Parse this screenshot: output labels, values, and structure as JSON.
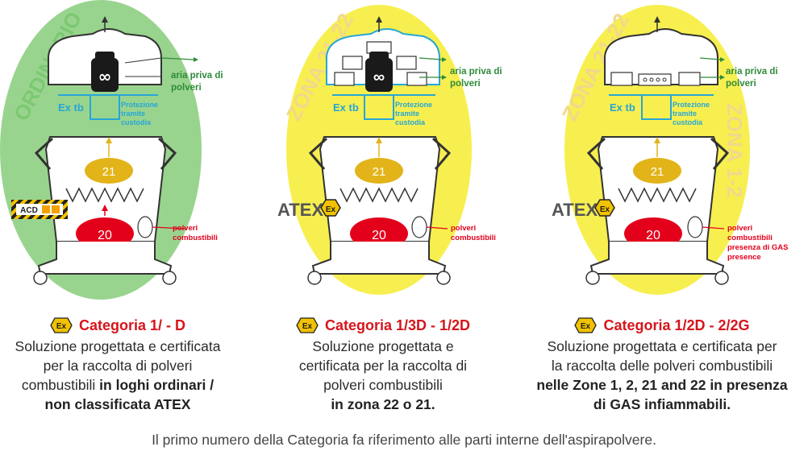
{
  "panels": [
    {
      "zone_label": "ORDINARIO",
      "zone_color": "#99d48f",
      "zone_text_color": "#7dc872",
      "air_label_1": "aria priva di",
      "air_label_2": "polveri",
      "ex_label": "Ex tb",
      "protection_1": "Protezione",
      "protection_2": "tramite",
      "protection_3": "custodia",
      "num_top": "21",
      "num_bottom": "20",
      "dust_1": "polveri",
      "dust_2": "combustibili",
      "badge": "ACD",
      "caption": {
        "title": "Categoria 1/ - D",
        "lines": [
          "Soluzione progettata e certificata",
          "per la raccolta di polveri"
        ],
        "line3_plain": "combustibili ",
        "line3_bold": "in loghi ordinari /",
        "line4_bold": "non classificata ATEX"
      }
    },
    {
      "zone_label": "ZONA 21-22",
      "zone_color": "#f7ef4f",
      "zone_text_color": "#f1d98a",
      "air_label_1": "aria priva di",
      "air_label_2": "polveri",
      "ex_label": "Ex tb",
      "protection_1": "Protezione",
      "protection_2": "tramite",
      "protection_3": "custodia",
      "num_top": "21",
      "num_bottom": "20",
      "dust_1": "polveri",
      "dust_2": "combustibili",
      "atex": "ATEX",
      "caption": {
        "title": "Categoria 1/3D - 1/2D",
        "lines": [
          "Soluzione progettata e",
          "certificata per la raccolta di",
          "polveri combustibili"
        ],
        "line4_bold": "in zona 22 o 21."
      }
    },
    {
      "zone_label": "ZONA 21-22",
      "zone_label_right": "ZONA 1-2",
      "zone_color": "#f7ef4f",
      "zone_text_color": "#f1d98a",
      "air_label_1": "aria priva di",
      "air_label_2": "polveri",
      "ex_label": "Ex tb",
      "protection_1": "Protezione",
      "protection_2": "tramite",
      "protection_3": "custodia",
      "num_top": "21",
      "num_bottom": "20",
      "dust_1": "polveri",
      "dust_2": "combustibili",
      "dust_3": "presenza di GAS",
      "dust_4": "presence",
      "atex": "ATEX",
      "caption": {
        "title": "Categoria 1/2D - 2/2G",
        "lines": [
          "Soluzione progettata e certificata per",
          "la raccolta delle polveri combustibili"
        ],
        "line3_bold": "nelle Zone 1, 2, 21 and 22 in presenza",
        "line4_bold": "di GAS infiammabili."
      }
    }
  ],
  "ex_symbol": "Ex",
  "footer": "Il primo numero della Categoria fa riferimento alle parti interne dell'aspirapolvere.",
  "colors": {
    "green_text": "#2e8b3a",
    "red": "#e3001b",
    "gold": "#e2b419",
    "blue": "#27a6d6",
    "ex_yellow": "#f2c200"
  }
}
